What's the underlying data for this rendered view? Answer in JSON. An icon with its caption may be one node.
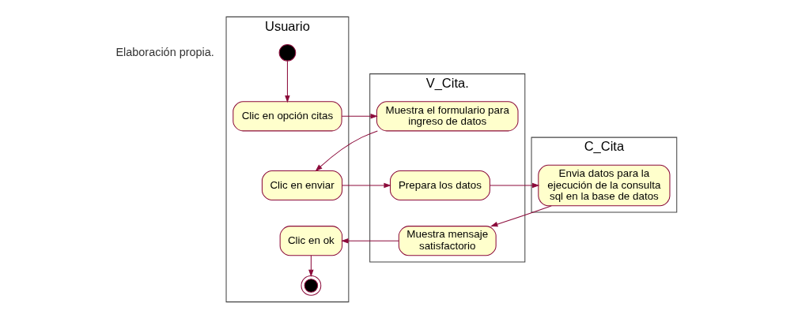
{
  "diagram": {
    "nodes": [
      {
        "text": [
          "Usuario"
        ]
      },
      {
        "text": [
          "V_Cita."
        ]
      },
      {
        "text": [
          "C_Cita"
        ]
      },
      {
        "text": [],
        "shape": "circle",
        "in": 0
      },
      {
        "text": [
          "Clic en opción citas"
        ],
        "in": 0
      },
      {
        "text": [
          "Muestra el formulario para ingreso de datos"
        ],
        "in": 1
      },
      {
        "text": [
          "Clic en enviar"
        ],
        "in": 0
      },
      {
        "text": [
          "Prepara los datos"
        ],
        "in": 1
      },
      {
        "text": [
          "Envia datos para la ejecución de la consulta sql en la base de datos"
        ],
        "in": 2
      },
      {
        "text": [
          "Muestra mensaje satisfactorio"
        ],
        "in": 1
      },
      {
        "text": [
          "Clic en ok"
        ],
        "in": 0
      },
      {
        "text": [],
        "shape": "circle",
        "in": 0
      }
    ],
    "edges": [
      {
        "from": 3,
        "to": 4,
        "arrow": "to"
      },
      {
        "from": 4,
        "to": 5,
        "arrow": "to"
      },
      {
        "from": 5,
        "to": 6,
        "arrow": "to"
      },
      {
        "from": 6,
        "to": 7,
        "arrow": "to"
      },
      {
        "from": 7,
        "to": 8,
        "arrow": "to"
      },
      {
        "from": 8,
        "to": 9,
        "arrow": "to"
      },
      {
        "from": 9,
        "to": 10,
        "arrow": "to"
      },
      {
        "from": 10,
        "to": 11,
        "arrow": "to"
      }
    ],
    "labels": [
      "Elaboración propia."
    ]
  }
}
